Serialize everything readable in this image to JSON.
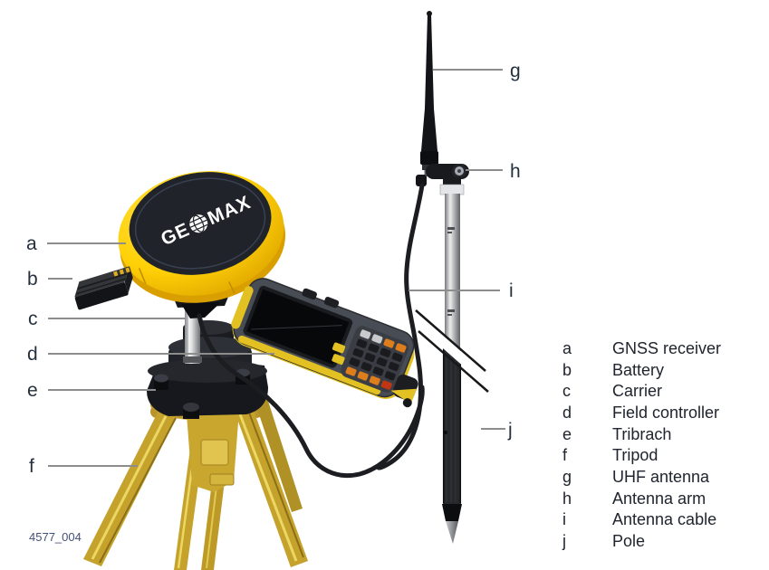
{
  "figure_id": "4577_004",
  "device_logo": {
    "prefix": "GE",
    "suffix": "MAX"
  },
  "callouts": {
    "left": [
      {
        "letter": "a"
      },
      {
        "letter": "b"
      },
      {
        "letter": "c"
      },
      {
        "letter": "d"
      },
      {
        "letter": "e"
      },
      {
        "letter": "f"
      }
    ],
    "right": [
      {
        "letter": "g"
      },
      {
        "letter": "h"
      },
      {
        "letter": "i"
      },
      {
        "letter": "j"
      }
    ]
  },
  "legend": {
    "items": [
      {
        "key": "a",
        "label": "GNSS receiver"
      },
      {
        "key": "b",
        "label": "Battery"
      },
      {
        "key": "c",
        "label": "Carrier"
      },
      {
        "key": "d",
        "label": "Field controller"
      },
      {
        "key": "e",
        "label": "Tribrach"
      },
      {
        "key": "f",
        "label": "Tripod"
      },
      {
        "key": "g",
        "label": "UHF antenna"
      },
      {
        "key": "h",
        "label": "Antenna arm"
      },
      {
        "key": "i",
        "label": "Antenna cable"
      },
      {
        "key": "j",
        "label": "Pole"
      }
    ]
  },
  "colors": {
    "brand_yellow": "#ffd006",
    "tripod_yellow": "#c5a22c",
    "label_ink": "#25303f",
    "figure_id_ink": "#44517a",
    "leader_gray": "#8d8d8d"
  }
}
